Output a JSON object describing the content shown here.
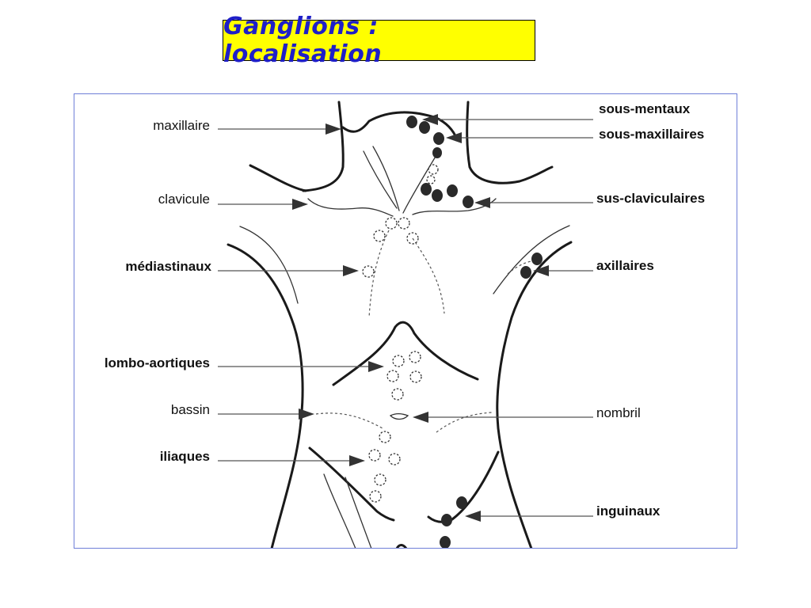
{
  "title": "Ganglions : localisation",
  "colors": {
    "title_background": "#ffff00",
    "title_text": "#1f1fc8",
    "frame_border": "#6f7fd8"
  },
  "labels_left": {
    "maxillaire": "maxillaire",
    "clavicule": "clavicule",
    "mediastinaux": "médiastinaux",
    "lombo_aortiques": "lombo-aortiques",
    "bassin": "bassin",
    "iliaques": "iliaques"
  },
  "labels_right": {
    "sous_mentaux": "sous-mentaux",
    "sous_maxillaires": "sous-maxillaires",
    "sus_claviculaires": "sus-claviculaires",
    "axillaires": "axillaires",
    "nombril": "nombril",
    "inguinaux": "inguinaux"
  }
}
